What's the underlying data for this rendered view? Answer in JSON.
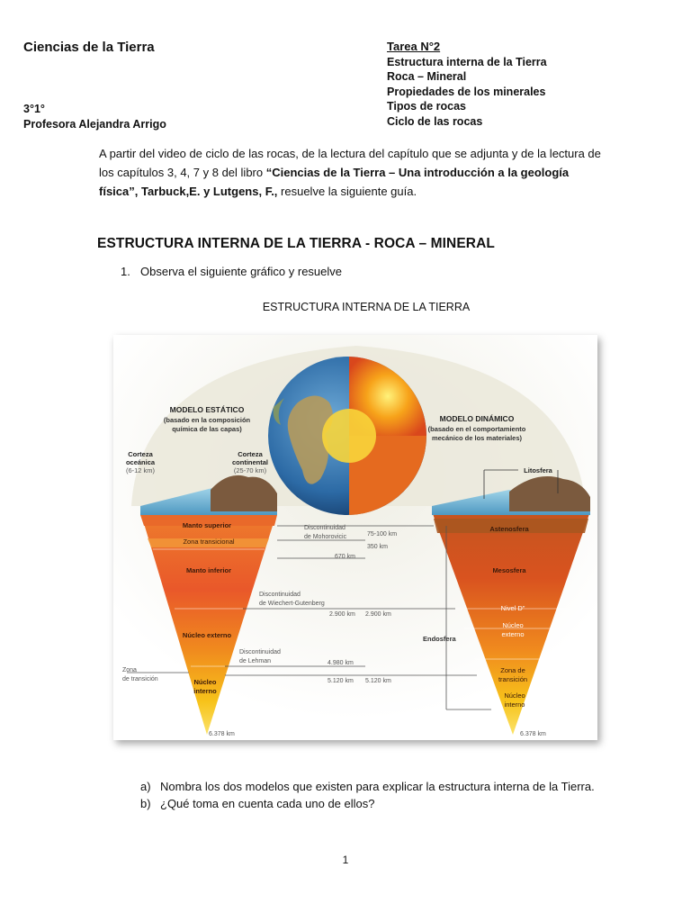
{
  "header": {
    "course": "Ciencias de la Tierra",
    "grade": "3°1°",
    "teacher": "Profesora Alejandra Arrigo",
    "task_title": "Tarea N°2",
    "topics": [
      "Estructura interna de la Tierra",
      "Roca – Mineral",
      "Propiedades de los minerales",
      "Tipos de rocas",
      "Ciclo de las rocas"
    ]
  },
  "intro": {
    "p1": "A partir del video de ciclo de las rocas, de la lectura del capítulo que se adjunta y de la lectura de los capítulos 3, 4, 7 y 8 del libro ",
    "book": "“Ciencias de la Tierra – Una introducción a la geología física”, Tarbuck,E. y Lutgens, F.,",
    "p2": " resuelve la siguiente guía."
  },
  "section_title": "ESTRUCTURA INTERNA DE LA TIERRA - ROCA – MINERAL",
  "question1": {
    "number": "1.",
    "text": "Observa el siguiente gráfico y resuelve"
  },
  "figure": {
    "title": "ESTRUCTURA INTERNA DE LA TIERRA",
    "static_model": {
      "title": "MODELO ESTÁTICO",
      "sub1": "(basado en la composición",
      "sub2": "química de las capas)"
    },
    "dynamic_model": {
      "title": "MODELO DINÁMICO",
      "sub1": "(basado en el comportamiento",
      "sub2": "mecánico de los materiales)"
    },
    "left_labels": {
      "oceanic_1": "Corteza",
      "oceanic_2": "oceánica",
      "oceanic_3": "(6-12 km)",
      "continental_1": "Corteza",
      "continental_2": "continental",
      "continental_3": "(25-70 km)",
      "upper_mantle": "Manto superior",
      "transition_zone": "Zona transicional",
      "lower_mantle": "Manto inferior",
      "outer_core": "Núcleo externo",
      "inner_core_1": "Núcleo",
      "inner_core_2": "interno",
      "transition_1": "Zona",
      "transition_2": "de transición"
    },
    "center_labels": {
      "moho_1": "Discontinuidad",
      "moho_2": "de Mohorovicic",
      "wg_1": "Discontinuidad",
      "wg_2": "de Wiechert-Gutenberg",
      "lehman_1": "Discontinuidad",
      "lehman_2": "de Lehman",
      "d_75": "75-100 km",
      "d_350": "350 km",
      "d_670": "670 km",
      "d_2900a": "2.900 km",
      "d_2900b": "2.900 km",
      "d_4980": "4.980 km",
      "d_5120a": "5.120 km",
      "d_5120b": "5.120 km",
      "d_6378a": "6.378 km",
      "d_6378b": "6.378 km",
      "endosphere": "Endosfera"
    },
    "right_labels": {
      "lithosphere": "Litosfera",
      "asthenosphere": "Astenosfera",
      "mesosphere": "Mesosfera",
      "d_level": "Nivel D”",
      "outer_core_1": "Núcleo",
      "outer_core_2": "externo",
      "transition_1": "Zona de",
      "transition_2": "transición",
      "inner_core_1": "Núcleo",
      "inner_core_2": "interno"
    }
  },
  "questions": [
    {
      "label": "a)",
      "text": "Nombra los dos modelos que existen para explicar la estructura interna de la Tierra."
    },
    {
      "label": "b)",
      "text": "¿Qué toma en cuenta cada uno de ellos?"
    }
  ],
  "page_number": "1"
}
